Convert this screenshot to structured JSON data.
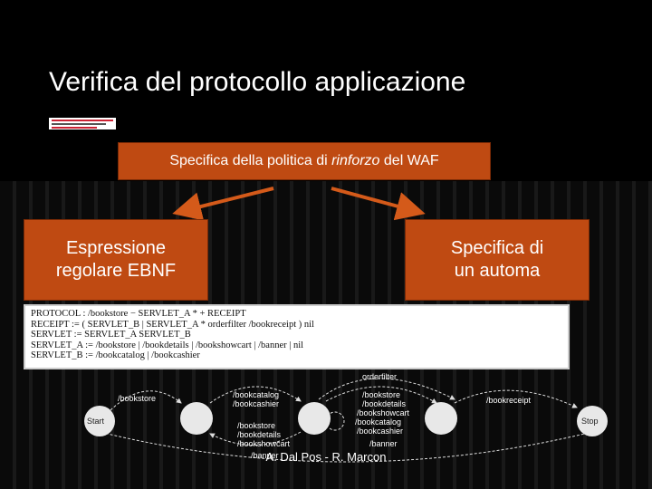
{
  "slide": {
    "title": "Verifica del protocollo applicazione",
    "footer": "A. Dal Pos - R. Marcon"
  },
  "waf_box": {
    "text_before": "Specifica della politica di ",
    "text_italic": "rinforzo",
    "text_after": " del WAF"
  },
  "left_box": {
    "line1": "Espressione",
    "line2": "regolare EBNF"
  },
  "right_box": {
    "line1": "Specifica di",
    "line2": "un automa"
  },
  "grammar": {
    "lines": [
      "PROTOCOL : /bookstore − SERVLET_A * + RECEIPT",
      "RECEIPT := ( SERVLET_B | SERVLET_A * orderfilter /bookreceipt ) nil",
      "SERVLET := SERVLET_A SERVLET_B",
      "SERVLET_A := /bookstore | /bookdetails | /bookshowcart | /banner | nil",
      "SERVLET_B := /bookcatalog | /bookcashier"
    ]
  },
  "automaton": {
    "start_label": "Start",
    "stop_label": "Stop",
    "edge_bookstore": "/bookstore",
    "edge_catalog_group": [
      "/bookcatalog",
      "/bookcashier"
    ],
    "edge_a_group": [
      "/bookstore",
      "/bookdetails",
      "/bookshowcart",
      "/banner"
    ],
    "edge_orderfilter": "orderfilter",
    "edge_mid_group": [
      "/bookstore",
      "/bookdetails",
      "/bookshowcart",
      "/bookcatalog",
      "/bookcashier",
      "/banner"
    ],
    "edge_bookreceipt": "/bookreceipt"
  },
  "colors": {
    "box_fill": "#bf4a12",
    "arrow": "#d45a1a",
    "background": "#000000"
  }
}
